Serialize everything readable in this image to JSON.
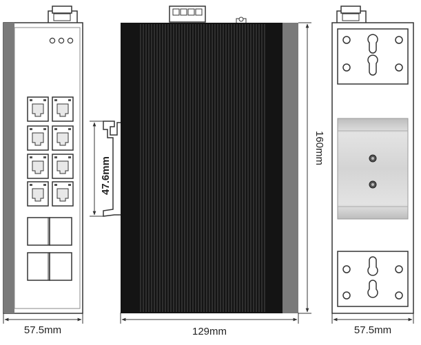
{
  "dimensions": {
    "front_width": "57.5mm",
    "side_width": "129mm",
    "back_width": "57.5mm",
    "height": "160mm",
    "din_clip": "47.6mm"
  },
  "front_panel": {
    "led_count": 3,
    "rj45_ports": 8,
    "sfp_slots": 4
  },
  "colors": {
    "housing_dark": "#141414",
    "housing_gray": "#7a7a7a",
    "outline": "#333333",
    "din_rail": "#c9c9c9"
  }
}
